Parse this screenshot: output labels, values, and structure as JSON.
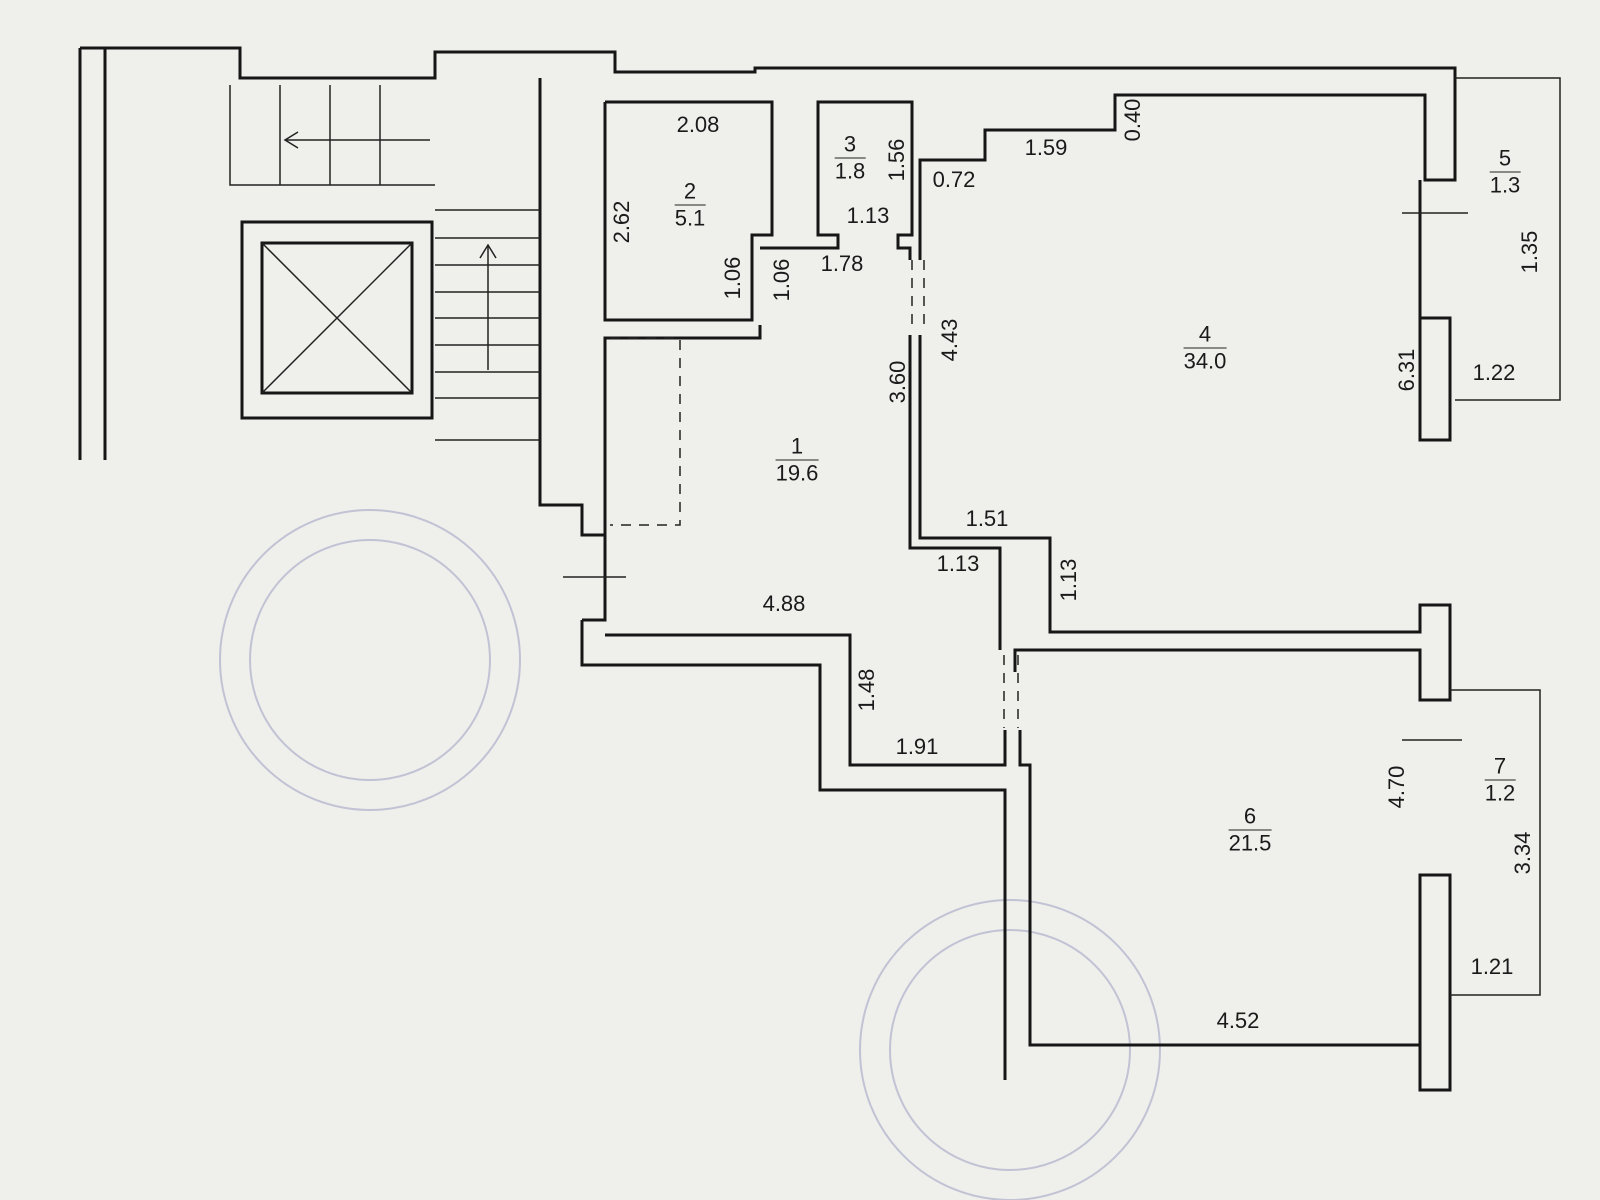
{
  "rooms": [
    {
      "number": "1",
      "area": "19.6"
    },
    {
      "number": "2",
      "area": "5.1"
    },
    {
      "number": "3",
      "area": "1.8"
    },
    {
      "number": "4",
      "area": "34.0"
    },
    {
      "number": "5",
      "area": "1.3"
    },
    {
      "number": "6",
      "area": "21.5"
    },
    {
      "number": "7",
      "area": "1.2"
    }
  ],
  "dimensions": [
    "2.08",
    "2.62",
    "1.06",
    "1.06",
    "1.56",
    "1.13",
    "1.78",
    "0.72",
    "1.59",
    "0.40",
    "4.43",
    "3.60",
    "6.31",
    "1.35",
    "1.22",
    "1.51",
    "1.13",
    "1.13",
    "4.88",
    "1.48",
    "1.91",
    "4.70",
    "3.34",
    "1.21",
    "4.52"
  ]
}
